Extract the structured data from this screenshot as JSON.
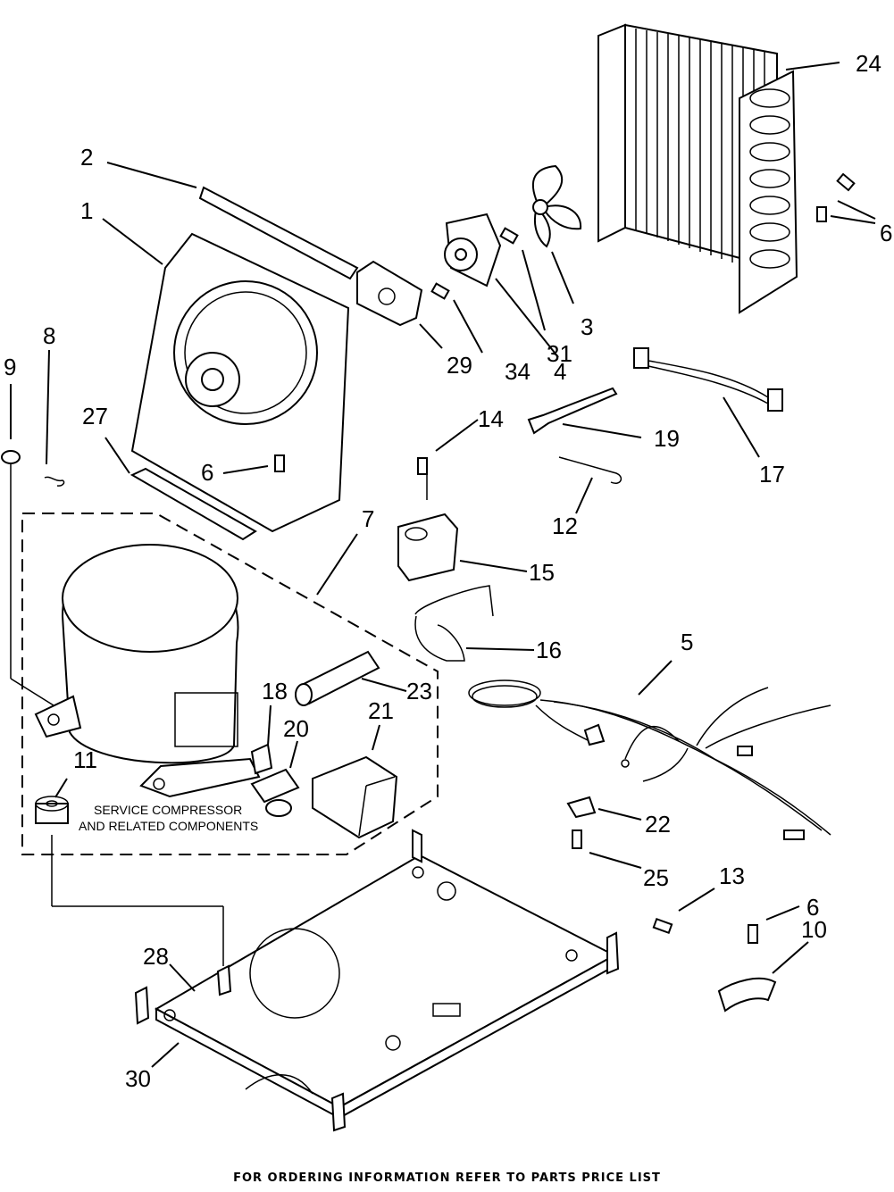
{
  "callouts": [
    {
      "id": "c1",
      "text": "1"
    },
    {
      "id": "c2",
      "text": "2"
    },
    {
      "id": "c3",
      "text": "3"
    },
    {
      "id": "c4",
      "text": "4"
    },
    {
      "id": "c5",
      "text": "5"
    },
    {
      "id": "c6a",
      "text": "6"
    },
    {
      "id": "c6b",
      "text": "6"
    },
    {
      "id": "c6c",
      "text": "6"
    },
    {
      "id": "c7",
      "text": "7"
    },
    {
      "id": "c8",
      "text": "8"
    },
    {
      "id": "c9",
      "text": "9"
    },
    {
      "id": "c10",
      "text": "10"
    },
    {
      "id": "c11",
      "text": "11"
    },
    {
      "id": "c12",
      "text": "12"
    },
    {
      "id": "c13",
      "text": "13"
    },
    {
      "id": "c14",
      "text": "14"
    },
    {
      "id": "c15",
      "text": "15"
    },
    {
      "id": "c16",
      "text": "16"
    },
    {
      "id": "c17",
      "text": "17"
    },
    {
      "id": "c18",
      "text": "18"
    },
    {
      "id": "c19",
      "text": "19"
    },
    {
      "id": "c20",
      "text": "20"
    },
    {
      "id": "c21",
      "text": "21"
    },
    {
      "id": "c22",
      "text": "22"
    },
    {
      "id": "c23",
      "text": "23"
    },
    {
      "id": "c24",
      "text": "24"
    },
    {
      "id": "c25",
      "text": "25"
    },
    {
      "id": "c27",
      "text": "27"
    },
    {
      "id": "c28",
      "text": "28"
    },
    {
      "id": "c29",
      "text": "29"
    },
    {
      "id": "c30",
      "text": "30"
    },
    {
      "id": "c31",
      "text": "31"
    },
    {
      "id": "c34",
      "text": "34"
    }
  ],
  "service_note": {
    "line1": "SERVICE COMPRESSOR",
    "line2": "AND RELATED COMPONENTS"
  },
  "footer": "FOR ORDERING INFORMATION REFER TO PARTS PRICE LIST"
}
